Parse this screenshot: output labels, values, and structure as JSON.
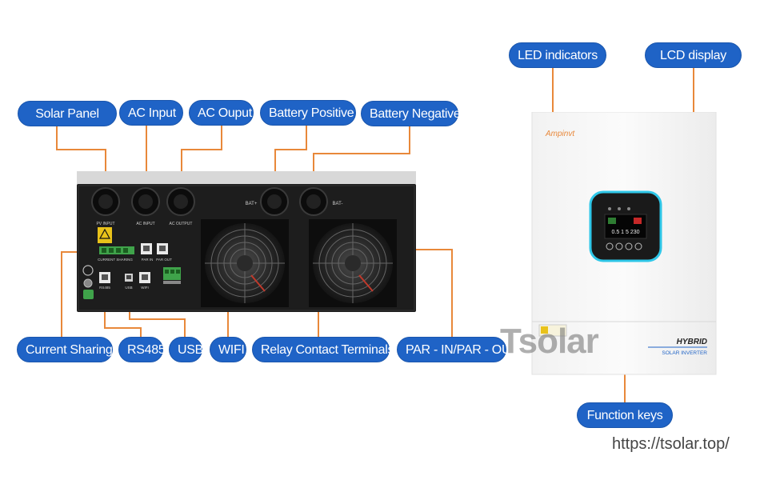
{
  "labels": {
    "solar_panel": "Solar Panel",
    "ac_input": "AC Input",
    "ac_output": "AC Ouput",
    "battery_positive": "Battery Positive",
    "battery_negative": "Battery Negative",
    "current_sharing": "Current Sharing",
    "rs485": "RS485",
    "usb": "USB",
    "wifi": "WIFI",
    "relay_contact": "Relay Contact Terminals",
    "par": "PAR - IN/PAR - OUT",
    "led_indicators": "LED indicators",
    "lcd_display": "LCD display",
    "function_keys": "Function keys"
  },
  "rear_panel": {
    "pv_input": "PV INPUT",
    "ac_input": "AC INPUT",
    "ac_output": "AC OUTPUT",
    "bat_pos": "BAT+",
    "bat_neg": "BAT-",
    "current_sharing": "CURRENT SHARING",
    "par_in": "PAR IN",
    "par_out": "PAR OUT",
    "rs485": "RS485",
    "usb": "USB",
    "wifi": "WIFI"
  },
  "front": {
    "brand": "Ampinvt",
    "lcd_line": "0.5 1 5 230",
    "hybrid": "HYBRID",
    "solar_inverter": "SOLAR INVERTER"
  },
  "watermark": "Tsolar",
  "url": "https://tsolar.top/",
  "colors": {
    "pill": "#1f63c6",
    "leader": "#e8883a",
    "panel": "#1c1c1c",
    "lcd_cyan": "#2fc7e8"
  }
}
